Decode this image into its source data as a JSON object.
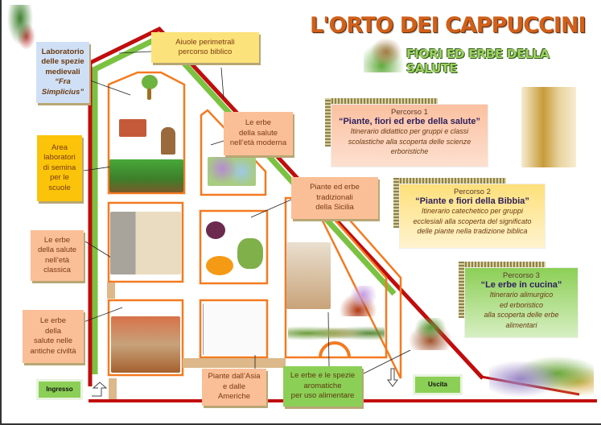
{
  "header": {
    "title": "L'ORTO DEI CAPPUCCINI",
    "subtitle": "FIORI ED ERBE DELLA SALUTE"
  },
  "labels": {
    "laboratorio": [
      "Laboratorio",
      "delle spezie",
      "medievali",
      "“Fra",
      "Simplicius”"
    ],
    "aiuole": [
      "Aiuole perimetrali",
      "percorso biblico"
    ],
    "area_laboratori": [
      "Area",
      "laboratori",
      "di semina",
      "per le",
      "scuole"
    ],
    "erbe_moderna": [
      "Le erbe",
      "della salute",
      "nell’età moderna"
    ],
    "piante_sicilia": [
      "Piante  ed erbe",
      "tradizionali",
      "della Sicilia"
    ],
    "erbe_classica": [
      "Le erbe",
      "della salute",
      "nell’età",
      "classica"
    ],
    "erbe_antiche": [
      "Le erbe",
      "della",
      "salute nelle",
      "antiche civiltà"
    ],
    "ingresso": "Ingresso",
    "uscita": "Uscita",
    "piante_asia": [
      "Piante dall’Asia",
      "e dalle",
      "Americhe"
    ],
    "erbe_spezie": [
      "Le erbe e le spezie",
      "aromatiche",
      "per uso alimentare"
    ]
  },
  "percorsi": [
    {
      "number": "Percorso 1",
      "title": "“Piante, fiori ed erbe  della salute”",
      "desc": [
        "Itinerario didattico per gruppi e classi",
        "scolastiche alla scoperta delle scienze",
        "erboristiche"
      ],
      "color": "#fbc8a8"
    },
    {
      "number": "Percorso 2",
      "title": "“Piante e fiori della Bibbia”",
      "desc": [
        "Itinerario catechetico per gruppi",
        "ecclesiali alla scoperta del significato",
        "delle piante nella tradizione biblica"
      ],
      "color": "#fde59a"
    },
    {
      "number": "Percorso 3",
      "title": "“Le erbe in cucina”",
      "desc": [
        "Itinerario alimurgico",
        "ed erboristico",
        "alla scoperta delle erbe",
        "alimentari"
      ],
      "color": "#93d160"
    }
  ],
  "colors": {
    "wall": "#c00d0d",
    "hedge": "#7cc242",
    "beds": "#f47a20"
  }
}
